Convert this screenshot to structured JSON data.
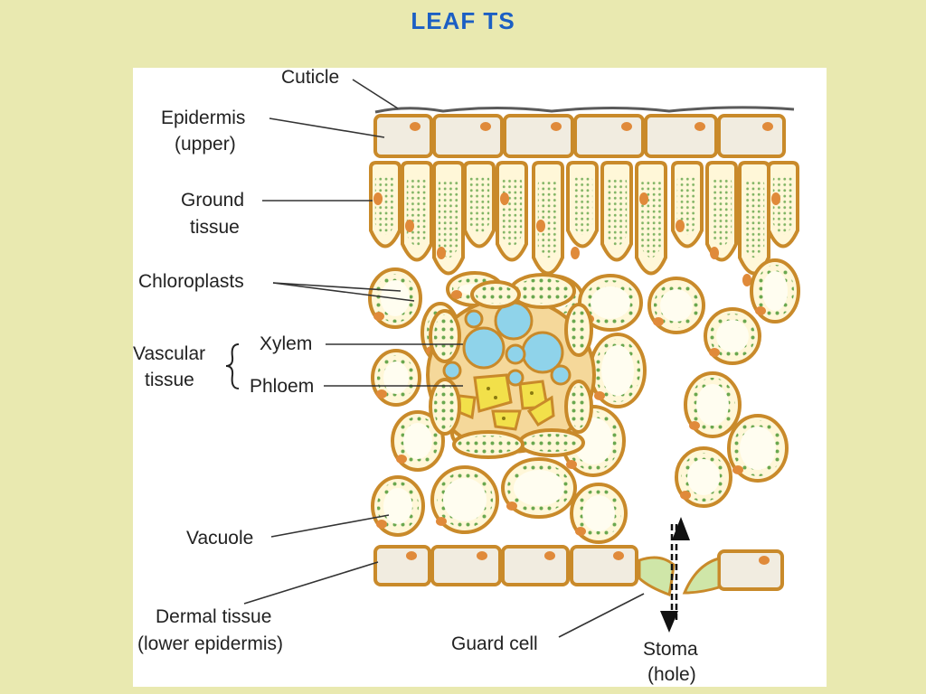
{
  "title": "LEAF  TS",
  "labels": {
    "cuticle": "Cuticle",
    "epidermis_upper_1": "Epidermis",
    "epidermis_upper_2": "(upper)",
    "ground_1": "Ground",
    "ground_2": "tissue",
    "chloroplasts": "Chloroplasts",
    "vascular_1": "Vascular",
    "vascular_2": "tissue",
    "xylem": "Xylem",
    "phloem": "Phloem",
    "vacuole": "Vacuole",
    "dermal_1": "Dermal tissue",
    "dermal_2": "(lower epidermis)",
    "guard_cell": "Guard cell",
    "stoma_1": "Stoma",
    "stoma_2": "(hole)"
  },
  "colors": {
    "background": "#e9e9b0",
    "title": "#1b5fc4",
    "cell_wall": "#c98a2a",
    "cell_fill": "#fff7d8",
    "cell_inner": "#e6f2c8",
    "chloroplast": "#6aa84f",
    "nucleus": "#e08a3a",
    "xylem": "#8fd3ea",
    "phloem": "#f2e04a"
  }
}
